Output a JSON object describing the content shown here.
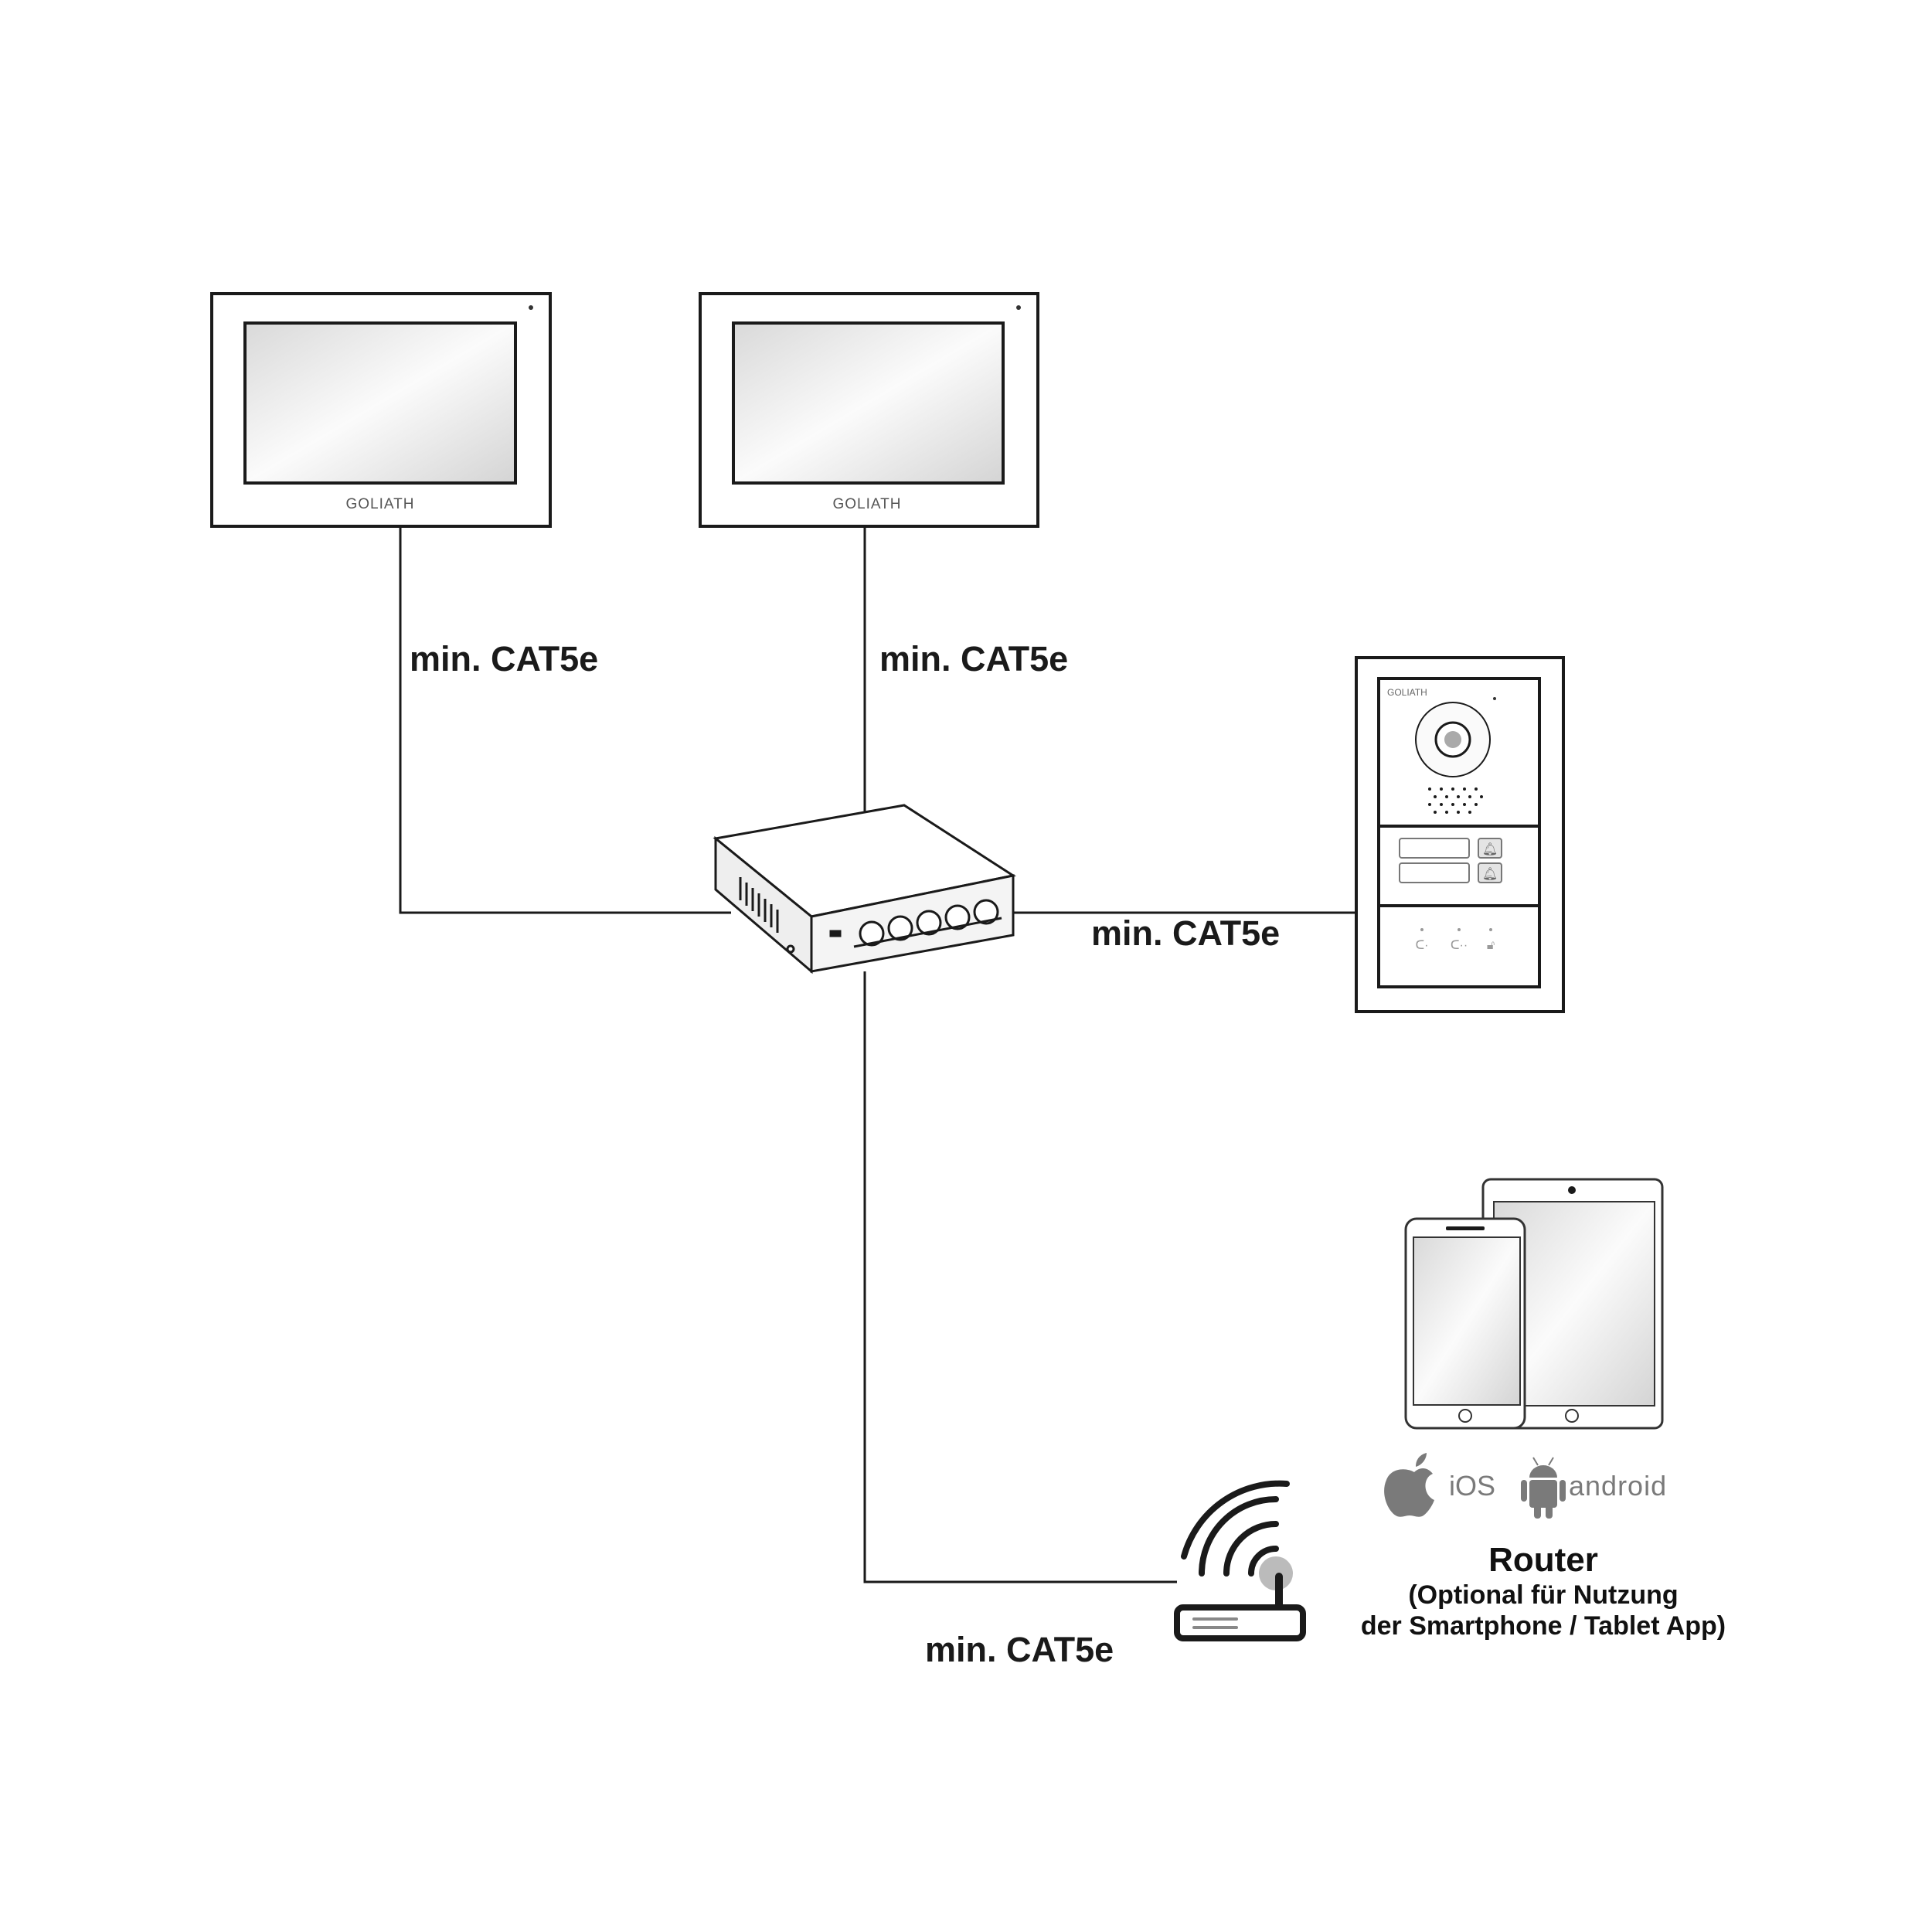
{
  "brand": "GOLIATH",
  "cable_labels": {
    "monitor1": "min. CAT5e",
    "monitor2": "min. CAT5e",
    "door_station": "min. CAT5e",
    "router": "min. CAT5e"
  },
  "platforms": {
    "ios": "iOS",
    "android": "android"
  },
  "router": {
    "title": "Router",
    "subtitle_line1": "(Optional für Nutzung",
    "subtitle_line2": "der Smartphone / Tablet App)"
  },
  "colors": {
    "line": "#1a1a1a",
    "logo_gray": "#7a7a7a"
  }
}
